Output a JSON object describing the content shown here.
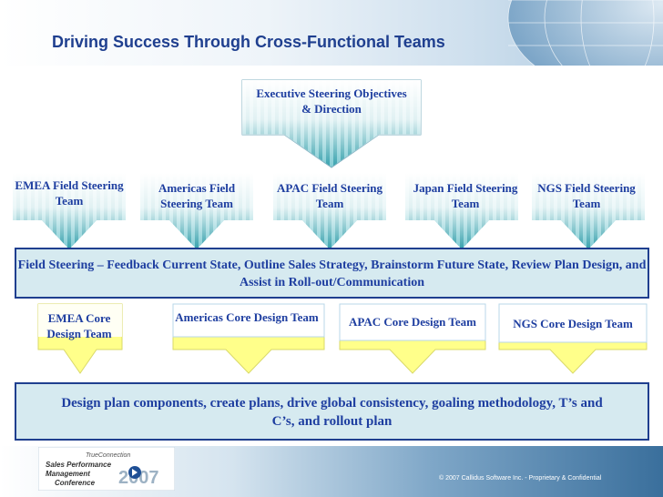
{
  "title": "Driving Success Through Cross-Functional Teams",
  "executive": "Executive Steering Objectives & Direction",
  "field_teams": [
    "EMEA Field Steering Team",
    "Americas Field Steering Team",
    "APAC Field Steering Team",
    "Japan Field Steering Team",
    "NGS Field Steering Team"
  ],
  "field_steering_box": "Field Steering – Feedback Current State, Outline Sales Strategy, Brainstorm Future State, Review Plan Design, and Assist in Roll-out/Communication",
  "core_teams": [
    "EMEA Core Design Team",
    "Americas Core Design Team",
    "APAC Core Design Team",
    "NGS Core Design Team"
  ],
  "design_box": "Design plan components, create plans, drive global consistency, goaling methodology, T’s and C’s, and rollout plan",
  "logo": {
    "brand": "TrueConnection",
    "line1": "Sales Performance",
    "line2": "Management",
    "line3": "Conference",
    "year": "2007"
  },
  "copyright": "© 2007 Callidus Software Inc. - Proprietary & Confidential",
  "colors": {
    "title": "#1f3f8f",
    "text": "#1e3ea0",
    "arrow_teal": "#3fa3b0",
    "arrow_yellow": "#ffff8a",
    "box_fill": "#d6eaf0",
    "box_border": "#1f3f8f"
  }
}
